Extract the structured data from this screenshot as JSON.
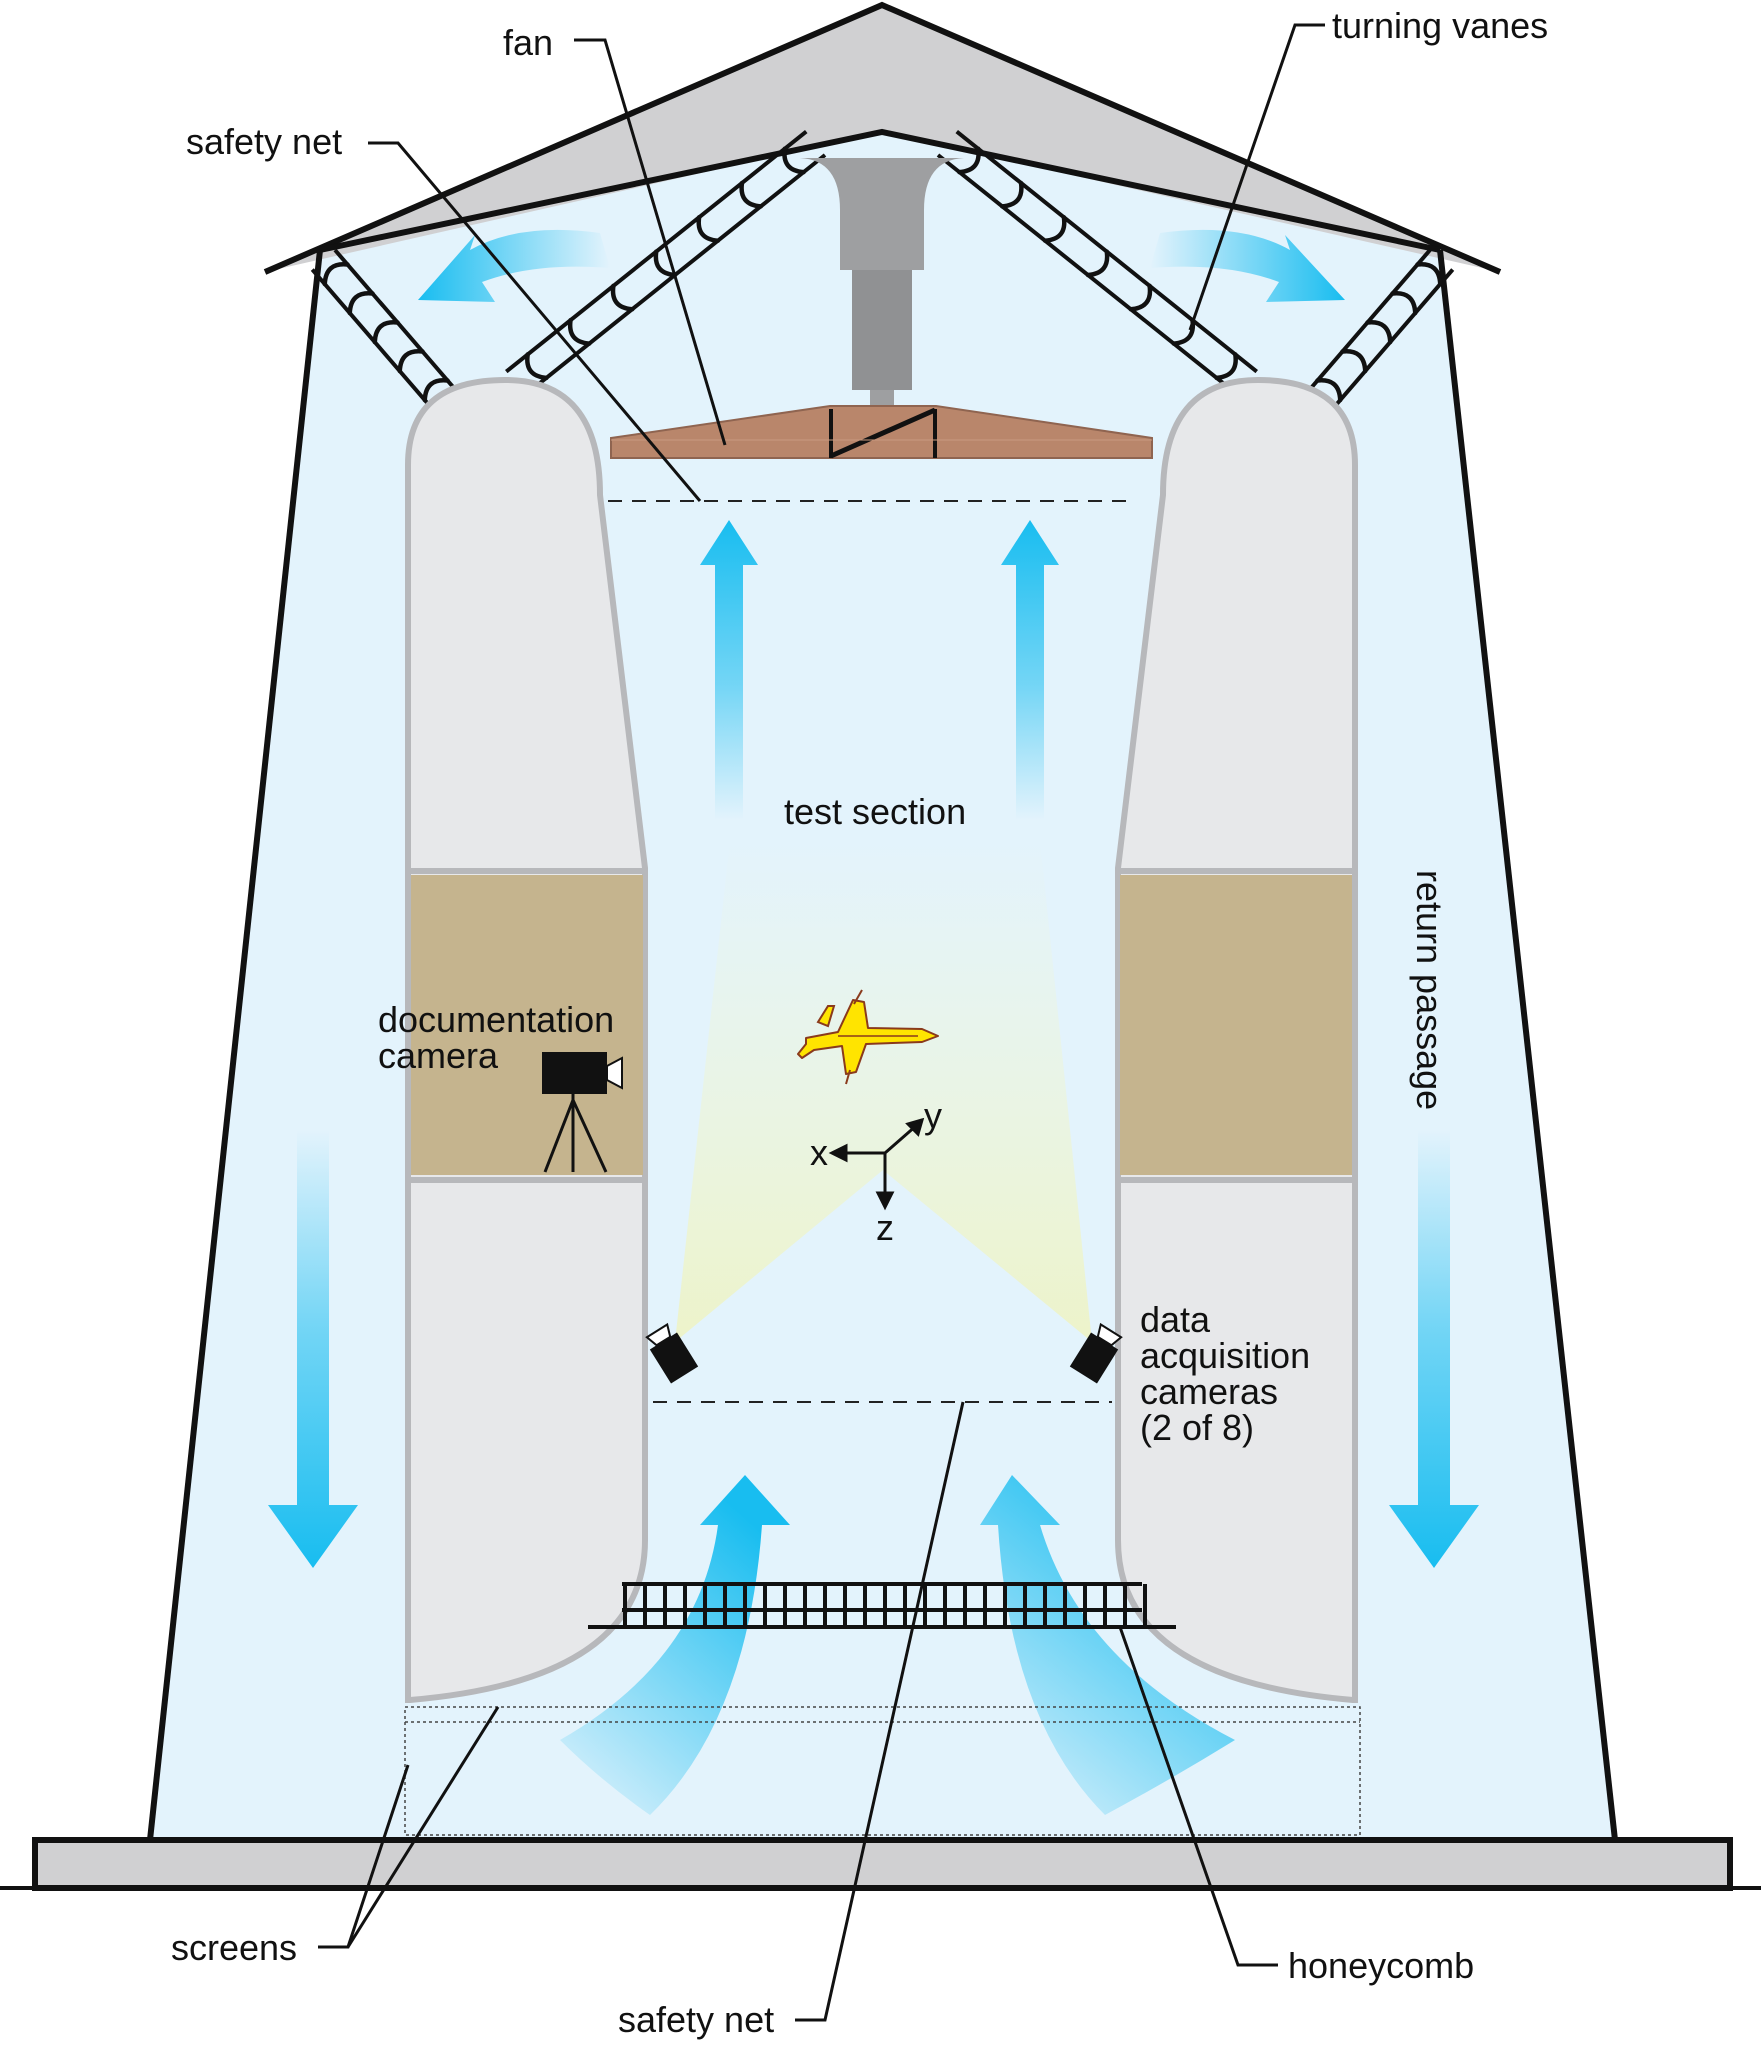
{
  "labels": {
    "fan": "fan",
    "turning_vanes": "turning vanes",
    "safety_net_top": "safety net",
    "test_section": "test section",
    "return_passage": "return passage",
    "documentation_camera_line1": "documentation",
    "documentation_camera_line2": "camera",
    "data_cameras_line1": "data",
    "data_cameras_line2": "acquisition",
    "data_cameras_line3": "cameras",
    "data_cameras_line4": "(2 of 8)",
    "screens": "screens",
    "safety_net_bottom": "safety net",
    "honeycomb": "honeycomb"
  },
  "axes": {
    "x": "x",
    "y": "y",
    "z": "z"
  },
  "colors": {
    "air": "#e3f3fc",
    "roof": "#d0d0d2",
    "wall_fill": "#e7e8ea",
    "wall_stroke": "#b7b8bb",
    "window": "#c5b48e",
    "fan_blade": "#b9866b",
    "motor": "#9e9fa1",
    "flow_arrow": "#18bdf0",
    "aircraft": "#ffe400",
    "camera": "#111111"
  }
}
